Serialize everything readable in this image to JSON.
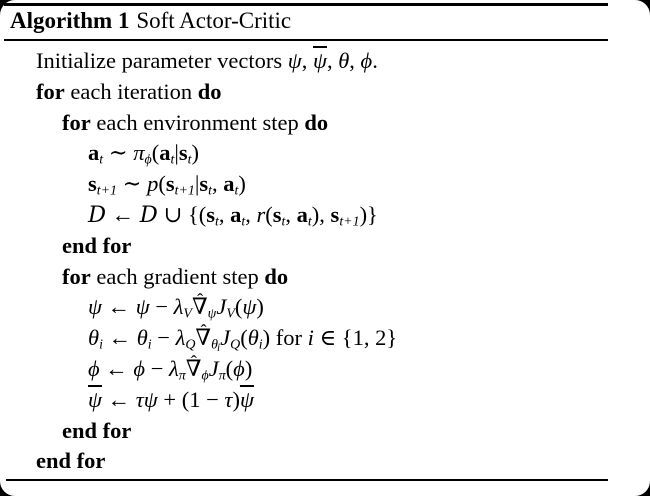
{
  "colors": {
    "text": "#000000",
    "page_background": "#ffffff",
    "frame_background": "#000000"
  },
  "header": {
    "label": "Algorithm 1",
    "title": "Soft Actor-Critic"
  },
  "algorithm": {
    "lines": [
      {
        "indent": 0,
        "segs": [
          {
            "s": "rm",
            "t": "Initialize parameter vectors "
          },
          {
            "s": "it",
            "t": "ψ"
          },
          {
            "s": "rm",
            "t": ", "
          },
          {
            "s": "bar",
            "t": "ψ"
          },
          {
            "s": "rm",
            "t": ", "
          },
          {
            "s": "it",
            "t": "θ"
          },
          {
            "s": "rm",
            "t": ", "
          },
          {
            "s": "it",
            "t": "ϕ"
          },
          {
            "s": "rm",
            "t": "."
          }
        ]
      },
      {
        "indent": 0,
        "segs": [
          {
            "s": "kw",
            "t": "for"
          },
          {
            "s": "rm",
            "t": " each iteration "
          },
          {
            "s": "kw",
            "t": "do"
          }
        ]
      },
      {
        "indent": 1,
        "segs": [
          {
            "s": "kw",
            "t": "for"
          },
          {
            "s": "rm",
            "t": " each environment step "
          },
          {
            "s": "kw",
            "t": "do"
          }
        ]
      },
      {
        "indent": 2,
        "segs": [
          {
            "s": "bfm",
            "t": "a"
          },
          {
            "s": "sub",
            "t": "t"
          },
          {
            "s": "rm",
            "t": " ∼ "
          },
          {
            "s": "it",
            "t": "π"
          },
          {
            "s": "sub",
            "t": "ϕ"
          },
          {
            "s": "rm",
            "t": "("
          },
          {
            "s": "bfm",
            "t": "a"
          },
          {
            "s": "sub",
            "t": "t"
          },
          {
            "s": "rm",
            "t": "|"
          },
          {
            "s": "bfm",
            "t": "s"
          },
          {
            "s": "sub",
            "t": "t"
          },
          {
            "s": "rm",
            "t": ")"
          }
        ]
      },
      {
        "indent": 2,
        "segs": [
          {
            "s": "bfm",
            "t": "s"
          },
          {
            "s": "sub",
            "t": "t+1"
          },
          {
            "s": "rm",
            "t": " ∼ "
          },
          {
            "s": "it",
            "t": "p"
          },
          {
            "s": "rm",
            "t": "("
          },
          {
            "s": "bfm",
            "t": "s"
          },
          {
            "s": "sub",
            "t": "t+1"
          },
          {
            "s": "rm",
            "t": "|"
          },
          {
            "s": "bfm",
            "t": "s"
          },
          {
            "s": "sub",
            "t": "t"
          },
          {
            "s": "rm",
            "t": ", "
          },
          {
            "s": "bfm",
            "t": "a"
          },
          {
            "s": "sub",
            "t": "t"
          },
          {
            "s": "rm",
            "t": ")"
          }
        ]
      },
      {
        "indent": 2,
        "segs": [
          {
            "s": "cal",
            "t": "D"
          },
          {
            "s": "rm",
            "t": " ← "
          },
          {
            "s": "cal",
            "t": "D"
          },
          {
            "s": "rm",
            "t": " ∪ {("
          },
          {
            "s": "bfm",
            "t": "s"
          },
          {
            "s": "sub",
            "t": "t"
          },
          {
            "s": "rm",
            "t": ", "
          },
          {
            "s": "bfm",
            "t": "a"
          },
          {
            "s": "sub",
            "t": "t"
          },
          {
            "s": "rm",
            "t": ", "
          },
          {
            "s": "it",
            "t": "r"
          },
          {
            "s": "rm",
            "t": "("
          },
          {
            "s": "bfm",
            "t": "s"
          },
          {
            "s": "sub",
            "t": "t"
          },
          {
            "s": "rm",
            "t": ", "
          },
          {
            "s": "bfm",
            "t": "a"
          },
          {
            "s": "sub",
            "t": "t"
          },
          {
            "s": "rm",
            "t": "), "
          },
          {
            "s": "bfm",
            "t": "s"
          },
          {
            "s": "sub",
            "t": "t+1"
          },
          {
            "s": "rm",
            "t": ")}"
          }
        ]
      },
      {
        "indent": 1,
        "segs": [
          {
            "s": "kw",
            "t": "end for"
          }
        ]
      },
      {
        "indent": 1,
        "segs": [
          {
            "s": "kw",
            "t": "for"
          },
          {
            "s": "rm",
            "t": " each gradient step "
          },
          {
            "s": "kw",
            "t": "do"
          }
        ]
      },
      {
        "indent": 2,
        "segs": [
          {
            "s": "it",
            "t": "ψ"
          },
          {
            "s": "rm",
            "t": " ← "
          },
          {
            "s": "it",
            "t": "ψ"
          },
          {
            "s": "rm",
            "t": " − "
          },
          {
            "s": "it",
            "t": "λ"
          },
          {
            "s": "sub",
            "t": "V"
          },
          {
            "s": "hat",
            "t": "∇",
            "a": "ˆ"
          },
          {
            "s": "sub",
            "t": "ψ"
          },
          {
            "s": "it",
            "t": "J"
          },
          {
            "s": "sub",
            "t": "V"
          },
          {
            "s": "rm",
            "t": "("
          },
          {
            "s": "it",
            "t": "ψ"
          },
          {
            "s": "rm",
            "t": ")"
          }
        ]
      },
      {
        "indent": 2,
        "segs": [
          {
            "s": "it",
            "t": "θ"
          },
          {
            "s": "sub",
            "t": "i"
          },
          {
            "s": "rm",
            "t": " ← "
          },
          {
            "s": "it",
            "t": "θ"
          },
          {
            "s": "sub",
            "t": "i"
          },
          {
            "s": "rm",
            "t": " − "
          },
          {
            "s": "it",
            "t": "λ"
          },
          {
            "s": "sub",
            "t": "Q"
          },
          {
            "s": "hat",
            "t": "∇",
            "a": "ˆ"
          },
          {
            "s": "sub",
            "t": "θ"
          },
          {
            "s": "sub2",
            "t": "i"
          },
          {
            "s": "it",
            "t": "J"
          },
          {
            "s": "sub",
            "t": "Q"
          },
          {
            "s": "rm",
            "t": "("
          },
          {
            "s": "it",
            "t": "θ"
          },
          {
            "s": "sub",
            "t": "i"
          },
          {
            "s": "rm",
            "t": ") for "
          },
          {
            "s": "it",
            "t": "i"
          },
          {
            "s": "rm",
            "t": " ∈ {1, 2}"
          }
        ]
      },
      {
        "indent": 2,
        "segs": [
          {
            "s": "it",
            "t": "ϕ"
          },
          {
            "s": "rm",
            "t": " ← "
          },
          {
            "s": "it",
            "t": "ϕ"
          },
          {
            "s": "rm",
            "t": " − "
          },
          {
            "s": "it",
            "t": "λ"
          },
          {
            "s": "sub",
            "t": "π"
          },
          {
            "s": "hat",
            "t": "∇",
            "a": "ˆ"
          },
          {
            "s": "sub",
            "t": "ϕ"
          },
          {
            "s": "it",
            "t": "J"
          },
          {
            "s": "sub",
            "t": "π"
          },
          {
            "s": "rm",
            "t": "("
          },
          {
            "s": "it",
            "t": "ϕ"
          },
          {
            "s": "rm",
            "t": ")"
          }
        ]
      },
      {
        "indent": 2,
        "segs": [
          {
            "s": "bar",
            "t": "ψ"
          },
          {
            "s": "rm",
            "t": " ← "
          },
          {
            "s": "it",
            "t": "τ"
          },
          {
            "s": "it",
            "t": "ψ"
          },
          {
            "s": "rm",
            "t": " + (1 − "
          },
          {
            "s": "it",
            "t": "τ"
          },
          {
            "s": "rm",
            "t": ")"
          },
          {
            "s": "bar",
            "t": "ψ"
          }
        ]
      },
      {
        "indent": 1,
        "segs": [
          {
            "s": "kw",
            "t": "end for"
          }
        ]
      },
      {
        "indent": 0,
        "segs": [
          {
            "s": "kw",
            "t": "end for"
          }
        ]
      }
    ]
  }
}
